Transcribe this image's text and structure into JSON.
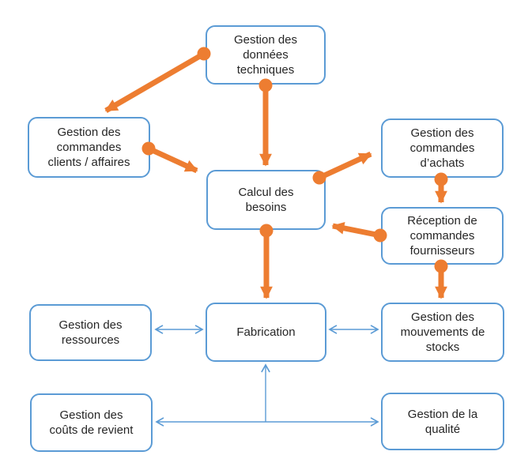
{
  "diagram": {
    "nodes": {
      "donnees": {
        "label": "Gestion des\ndonnées\ntechniques"
      },
      "clients": {
        "label": "Gestion des\ncommandes\nclients / affaires"
      },
      "calcul": {
        "label": "Calcul des\nbesoins"
      },
      "achats": {
        "label": "Gestion des\ncommandes\nd’achats"
      },
      "reception": {
        "label": "Réception de\ncommandes\nfournisseurs"
      },
      "ressources": {
        "label": "Gestion des\nressources"
      },
      "fabrication": {
        "label": "Fabrication"
      },
      "stocks": {
        "label": "Gestion des\nmouvements de\nstocks"
      },
      "couts": {
        "label": "Gestion des\ncoûts de revient"
      },
      "qualite": {
        "label": "Gestion de la\nqualité"
      }
    },
    "edges": [
      {
        "from": "donnees",
        "to": "clients",
        "type": "flow-directed-orange"
      },
      {
        "from": "donnees",
        "to": "calcul",
        "type": "flow-directed-orange"
      },
      {
        "from": "clients",
        "to": "calcul",
        "type": "flow-directed-orange"
      },
      {
        "from": "calcul",
        "to": "achats",
        "type": "flow-directed-orange"
      },
      {
        "from": "achats",
        "to": "reception",
        "type": "flow-directed-orange"
      },
      {
        "from": "reception",
        "to": "calcul",
        "type": "flow-directed-orange"
      },
      {
        "from": "reception",
        "to": "stocks",
        "type": "flow-directed-orange"
      },
      {
        "from": "calcul",
        "to": "fabrication",
        "type": "flow-directed-orange"
      },
      {
        "from": "ressources",
        "to": "fabrication",
        "type": "link-bidirectional-blue"
      },
      {
        "from": "fabrication",
        "to": "stocks",
        "type": "link-bidirectional-blue"
      },
      {
        "from": "couts",
        "to": "qualite",
        "branch_to": "fabrication",
        "type": "link-bidirectional-blue"
      }
    ]
  },
  "colors": {
    "orange": "#ED7D31",
    "blue": "#5B9BD5",
    "text": "#262626",
    "background": "#FFFFFF",
    "node_fill": "#FFFFFF"
  }
}
